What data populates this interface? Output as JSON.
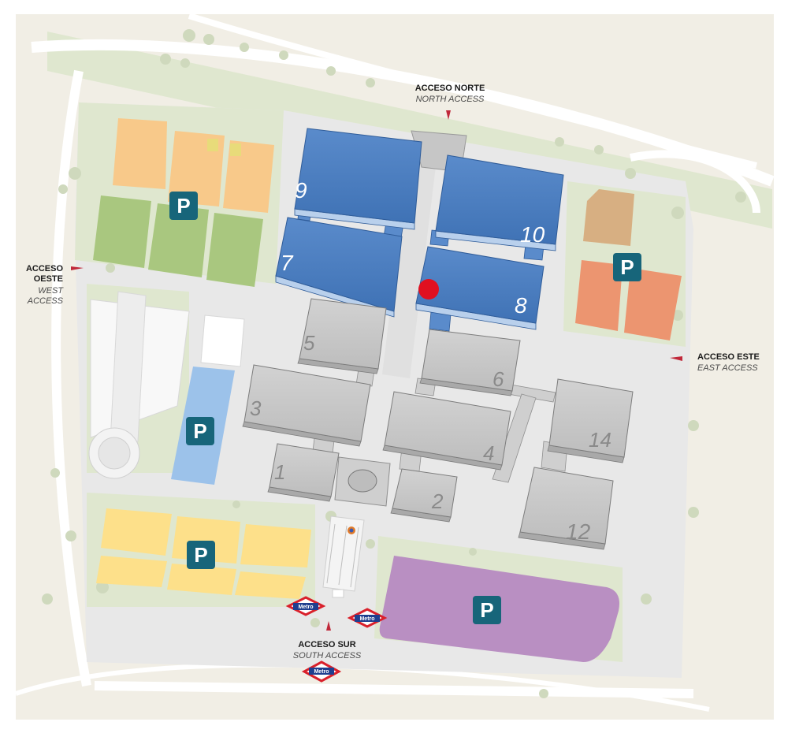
{
  "colors": {
    "background": "#f1eee5",
    "campus_ground": "#e9e9e9",
    "green_strip": "#dfe7cf",
    "road": "#ffffff",
    "hall_new_blue": "#4a7dbf",
    "hall_grey": "#c9c9c9",
    "parking_orange": "#f8c98a",
    "parking_green": "#a9c77f",
    "parking_blue": "#9cc2ea",
    "parking_yellow": "#fde08a",
    "parking_purple": "#b98fc2",
    "parking_salmon": "#ec9570",
    "parking_tan": "#d7af82",
    "parking_sign": "#17657a",
    "marker": "#e01020",
    "metro_red": "#d9202b",
    "metro_blue": "#1f3f8f"
  },
  "halls": [
    {
      "id": "9",
      "label": "9",
      "color": "blue"
    },
    {
      "id": "10",
      "label": "10",
      "color": "blue"
    },
    {
      "id": "7",
      "label": "7",
      "color": "blue"
    },
    {
      "id": "8",
      "label": "8",
      "color": "blue"
    },
    {
      "id": "5",
      "label": "5",
      "color": "grey"
    },
    {
      "id": "6",
      "label": "6",
      "color": "grey"
    },
    {
      "id": "3",
      "label": "3",
      "color": "grey"
    },
    {
      "id": "4",
      "label": "4",
      "color": "grey"
    },
    {
      "id": "14",
      "label": "14",
      "color": "grey"
    },
    {
      "id": "1",
      "label": "1",
      "color": "grey"
    },
    {
      "id": "2",
      "label": "2",
      "color": "grey"
    },
    {
      "id": "12",
      "label": "12",
      "color": "grey"
    }
  ],
  "parking_signs": [
    {
      "id": "nw",
      "label": "P"
    },
    {
      "id": "ne",
      "label": "P"
    },
    {
      "id": "w",
      "label": "P"
    },
    {
      "id": "sw",
      "label": "P"
    },
    {
      "id": "se",
      "label": "P"
    }
  ],
  "accesses": {
    "north": {
      "title": "ACCESO NORTE",
      "subtitle": "NORTH ACCESS"
    },
    "west": {
      "title_line1": "ACCESO",
      "title_line2": "OESTE",
      "subtitle_line1": "WEST",
      "subtitle_line2": "ACCESS"
    },
    "east": {
      "title": "ACCESO ESTE",
      "subtitle": "EAST ACCESS"
    },
    "south": {
      "title": "ACCESO SUR",
      "subtitle": "SOUTH ACCESS"
    }
  },
  "metro_signs": [
    {
      "id": "metro-left",
      "label": "Metro"
    },
    {
      "id": "metro-right",
      "label": "Metro"
    },
    {
      "id": "metro-bottom",
      "label": "Metro"
    }
  ],
  "location_marker": {
    "name": "current-location",
    "hall": "8"
  }
}
